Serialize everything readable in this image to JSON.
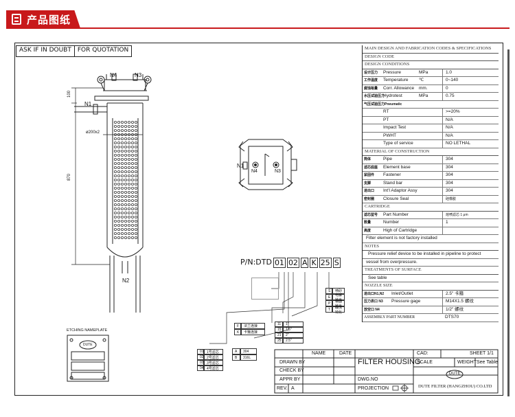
{
  "header": {
    "title": "产品图纸"
  },
  "colors": {
    "accent": "#c8191b"
  },
  "drawing": {
    "ask_label": "ASK IF IN DOUBT",
    "quotation_label": "FOR QUOTATION",
    "nozzles": {
      "n1": "N1",
      "n2": "N2",
      "n3": "N3",
      "n4": "N4"
    },
    "dim_100": "100",
    "dim_870": "870",
    "dim_dia": "ø200x2",
    "etching_label": "ETCHING NAMEPLATE",
    "logo_text": "DUTE",
    "pn_prefix": "P/N:DTD",
    "pn_boxes": [
      "01",
      "02",
      "A",
      "K",
      "25",
      "S"
    ]
  },
  "spec": {
    "title": "MAIN DESIGN AND FABRICATION CODES & SPECIFICATIONS",
    "design_code": "DESIGN CODE",
    "design_conditions": "DESIGN CONDITIONS",
    "rows": [
      {
        "zh": "设计压力",
        "en": "Pressure",
        "unit": "MPa",
        "value": "1.0"
      },
      {
        "zh": "工作温度",
        "en": "Temperature",
        "unit": "℃",
        "value": "0~140"
      },
      {
        "zh": "腐蚀裕量",
        "en": "Corr. Allowance",
        "unit": "mm.",
        "value": "0"
      },
      {
        "zh": "水压试验压力",
        "en": "Hydrotest",
        "unit": "MPa",
        "value": "0.75"
      }
    ],
    "pneumatic": "气压试验压力Pneumatic",
    "insp_rows": [
      {
        "name": "RT",
        "value": ">=20%"
      },
      {
        "name": "PT",
        "value": "N/A"
      },
      {
        "name": "Impact Test",
        "value": "N/A"
      },
      {
        "name": "PWHT",
        "value": "N/A"
      },
      {
        "name": "Type of service",
        "value": "NO LETHAL"
      }
    ],
    "material_section": "MATERIAL OF CONSTRUCTION",
    "material_rows": [
      {
        "zh": "筒体",
        "en": "Pipe",
        "value": "304"
      },
      {
        "zh": "滤芯底座",
        "en": "Element base",
        "value": "304"
      },
      {
        "zh": "紧固件",
        "en": "Fastener",
        "value": "304"
      },
      {
        "zh": "支脚",
        "en": "Stand bar",
        "value": "304"
      },
      {
        "zh": "进出口",
        "en": "Int'l Adaptor Assy",
        "value": "304"
      },
      {
        "zh": "密封圈",
        "en": "Closure Seal",
        "value": "硅橡胶"
      }
    ],
    "cartridge_section": "CARTRIDGE",
    "cartridge_rows": [
      {
        "zh": "滤芯型号",
        "en": "Part Number",
        "value": "熔喷滤芯 1 μm"
      },
      {
        "zh": "数量",
        "en": "Number",
        "value": "1"
      },
      {
        "zh": "高度",
        "en": "High of Cartridge",
        "value": ""
      }
    ],
    "cartridge_note": "Filter element is not factory installed",
    "notes_section": "NOTES",
    "notes_text_1": "Pressure relief device to be installed in pipeline to protect",
    "notes_text_2": "vessel from overpressure.",
    "surface_section": "TREATMENTS OF SURFACE",
    "surface_value": "See table",
    "nozzle_section": "NOZZLE SIZE",
    "nozzle_rows": [
      {
        "zh": "进出口N1,N2",
        "en": "Inlet/Outlet",
        "value": "2.5\" 卡箍"
      },
      {
        "zh": "压力表口 N3",
        "en": "Pressure gage",
        "value": "M14X1.5 螺纹"
      },
      {
        "zh": "放空口 N4",
        "en": "",
        "value": "1/2\" 螺纹"
      }
    ],
    "assembly_label": "ASSEMBLY PART NUMBER",
    "assembly_value": "DTS70"
  },
  "title_block": {
    "name": "NAME",
    "date": "DATE",
    "drawn": "DRAWN BY",
    "check": "CHECK BY",
    "appr": "APPR BY",
    "rev": "REV.",
    "rev_value": "A",
    "product": "FILTER HOUSING",
    "cad": "CAD:",
    "sheet": "SHEET 1/1",
    "scale": "SCALE",
    "weight": "WEIGHT",
    "weight_value": "See Table",
    "dwg": "DWG.NO",
    "projection": "PROJECTION",
    "company": "DUTE FILTER (HANGZHOU) CO.LTD",
    "logo": "DUTE"
  },
  "code_tables": {
    "material": {
      "rows": [
        [
          "A",
          "304"
        ],
        [
          "B",
          "316L"
        ]
      ]
    },
    "size": {
      "rows": [
        [
          "11",
          "1\""
        ],
        [
          "15",
          "1.5\""
        ],
        [
          "21",
          "2\""
        ],
        [
          "25",
          "2.5\""
        ]
      ]
    },
    "conn": {
      "rows": [
        [
          "F",
          "法兰连接"
        ],
        [
          "K",
          "卡箍连接"
        ]
      ]
    },
    "surface": {
      "rows": [
        [
          "S",
          "喷砂"
        ],
        [
          "E",
          "电解抛光"
        ],
        [
          "P",
          "镜面抛光"
        ],
        [
          "T",
          "酸洗钝化"
        ]
      ]
    },
    "seal": {
      "rows": [
        [
          "01",
          "1号滤芯"
        ],
        [
          "02",
          "2号滤芯"
        ],
        [
          "03",
          "3号滤芯"
        ],
        [
          "04",
          "4号滤芯"
        ]
      ]
    }
  }
}
